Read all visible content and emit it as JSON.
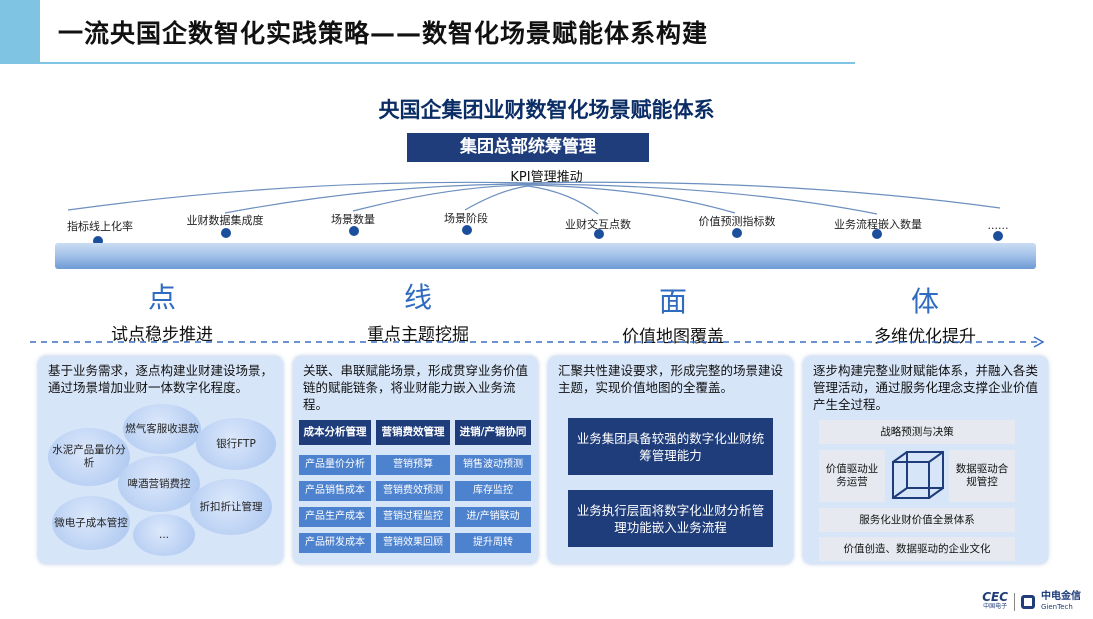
{
  "header": {
    "title": "一流央国企数智化实践策略——数智化场景赋能体系构建"
  },
  "system": {
    "title": "央国企集团业财数智化场景赋能体系",
    "hq_box": "集团总部统筹管理",
    "kpi_label": "KPI管理推动",
    "metrics": [
      "指标线上化率",
      "业财数据集成度",
      "场景数量",
      "场景阶段",
      "业财交互点数",
      "价值预测指标数",
      "业务流程嵌入数量",
      "......"
    ]
  },
  "phases": [
    {
      "char": "点",
      "label": "试点稳步推进"
    },
    {
      "char": "线",
      "label": "重点主题挖掘"
    },
    {
      "char": "面",
      "label": "价值地图覆盖"
    },
    {
      "char": "体",
      "label": "多维优化提升"
    }
  ],
  "panel1": {
    "desc": "基于业务需求，逐点构建业财建设场景，通过场景增加业财一体数字化程度。",
    "bubbles": [
      "燃气客服收退款",
      "水泥产品量价分析",
      "银行FTP",
      "啤酒营销费控",
      "折扣折让管理",
      "微电子成本管控",
      "..."
    ]
  },
  "panel2": {
    "desc": "关联、串联赋能场景，形成贯穿业务价值链的赋能链条，将业财能力嵌入业务流程。",
    "headers": [
      "成本分析管理",
      "营销费效管理",
      "进销/产销协同"
    ],
    "rows": [
      [
        "产品量价分析",
        "营销预算",
        "销售波动预测"
      ],
      [
        "产品销售成本",
        "营销费效预测",
        "库存监控"
      ],
      [
        "产品生产成本",
        "营销过程监控",
        "进/产销联动"
      ],
      [
        "产品研发成本",
        "营销效果回顾",
        "提升周转"
      ]
    ]
  },
  "panel3": {
    "desc": "汇聚共性建设要求，形成完整的场景建设主题，实现价值地图的全覆盖。",
    "boxes": [
      "业务集团具备较强的数字化业财统筹管理能力",
      "业务执行层面将数字化业财分析管理功能嵌入业务流程"
    ]
  },
  "panel4": {
    "desc": "逐步构建完整业财赋能体系，并融入各类管理活动，通过服务化理念支撑企业价值产生全过程。",
    "top": "战略预测与决策",
    "left": "价值驱动业务运营",
    "right": "数据驱动合规管控",
    "bottom1": "服务化业财价值全景体系",
    "bottom2": "价值创造、数据驱动的企业文化"
  },
  "logo": {
    "cec": "CEC",
    "cec_sub": "中国电子",
    "brand": "中电金信",
    "brand_sub": "GienTech"
  },
  "colors": {
    "navy": "#1f3d7a",
    "accent_blue": "#2f6bc0",
    "panel_bg": "#d7e5f8",
    "title_accent": "#7fc4e3"
  }
}
